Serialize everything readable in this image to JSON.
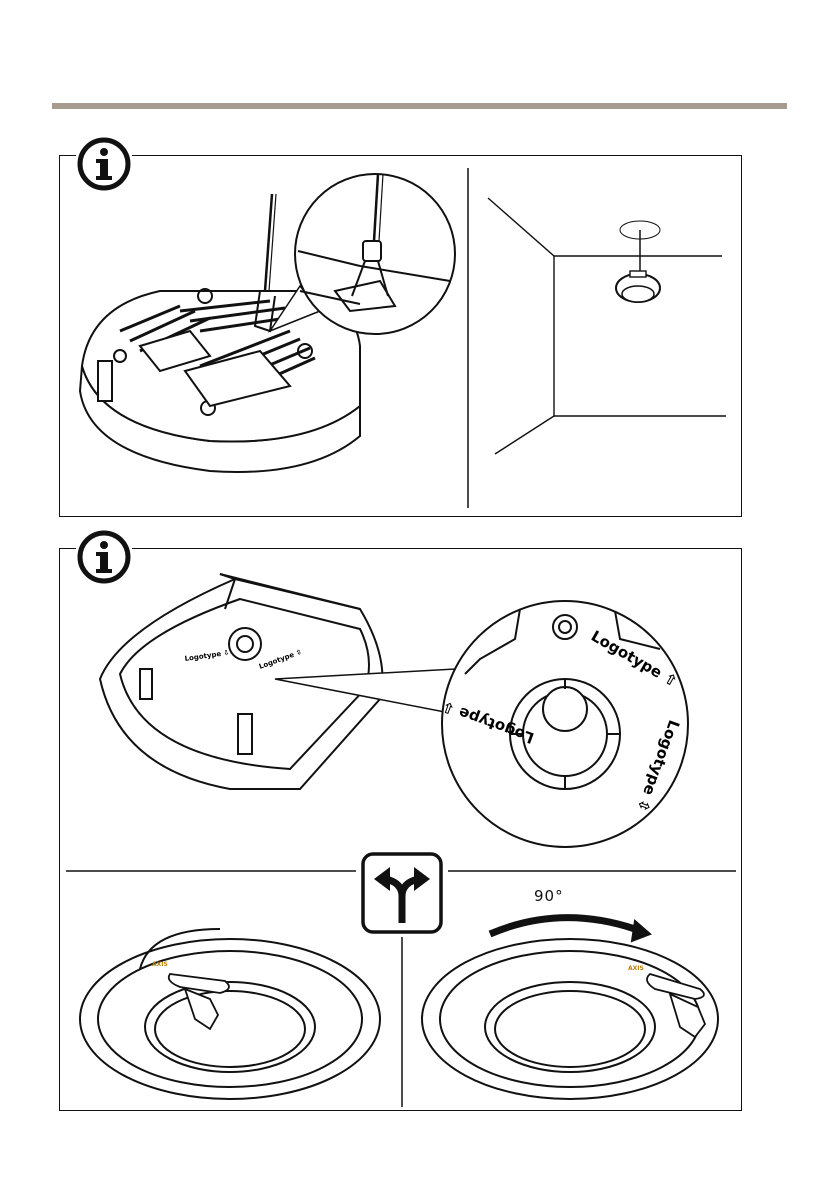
{
  "header": {
    "rule_color": "#a79b90"
  },
  "panel_top": {
    "info_icon": "info-circle-icon",
    "left_figure": "mounting-bracket-safety-wire",
    "right_figure": "ceiling-mounted-dome-camera"
  },
  "panel_bottom": {
    "info_icon": "info-circle-icon",
    "callout_labels": {
      "logotype_up": "Logotype ⇧",
      "logotype_down": "Logotype ⇩",
      "logotype_updown": "Logotype ⇳"
    },
    "small_labels": {
      "logotype_small_1": "Logotype ⇩",
      "logotype_small_2": "Logotype ⇳"
    },
    "choice_icon": "split-arrows-icon",
    "rotation_label": "90°",
    "bubble_brand": "AXIS"
  }
}
